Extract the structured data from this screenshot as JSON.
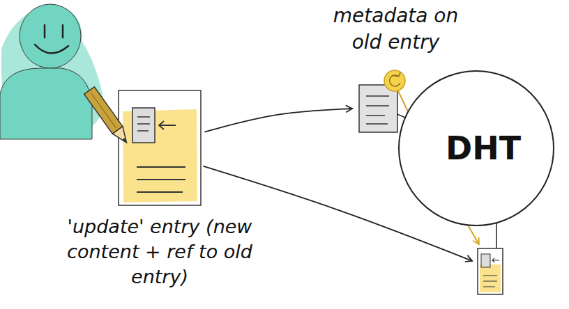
{
  "diagram": {
    "nodes": [
      {
        "text": [
          "'update' entry (new content + ref to old entry)"
        ]
      },
      {
        "text": [
          "metadata on old entry"
        ]
      },
      {
        "text": [
          "DHT"
        ]
      },
      {
        "text": []
      }
    ],
    "edges": [
      {
        "from": 0,
        "to": 1,
        "arrow": "to"
      },
      {
        "from": 0,
        "to": 3,
        "arrow": "to"
      },
      {
        "from": 1,
        "to": 2,
        "arrow": "none"
      },
      {
        "from": 1,
        "to": 3,
        "arrow": "to"
      },
      {
        "from": 2,
        "to": 3,
        "arrow": "none"
      }
    ]
  }
}
